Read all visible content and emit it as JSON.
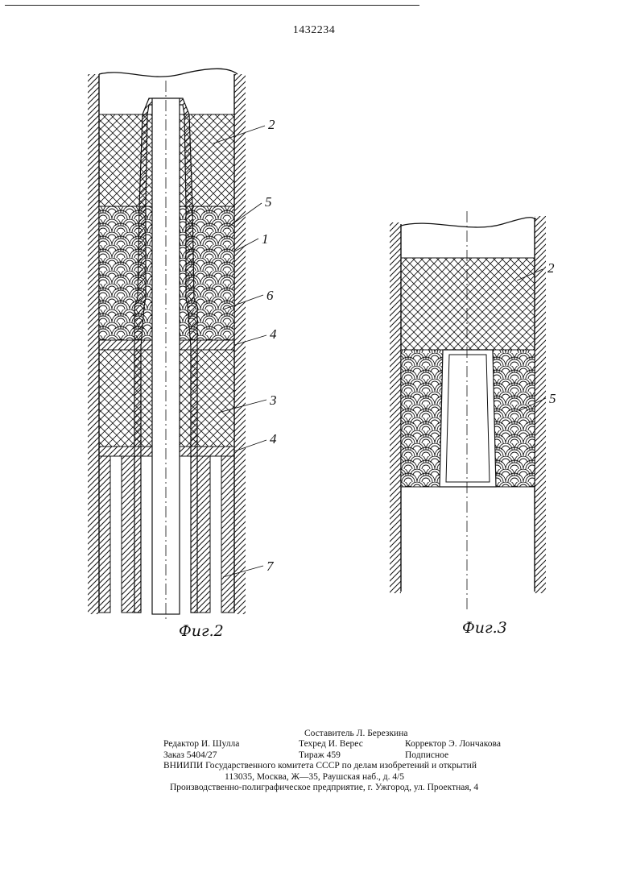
{
  "header": {
    "patent_number": "1432234"
  },
  "figure2": {
    "caption": "Фиг.2",
    "callouts": [
      "2",
      "5",
      "1",
      "6",
      "4",
      "3",
      "4",
      "7"
    ]
  },
  "figure3": {
    "caption": "Фиг.3",
    "callouts": [
      "2",
      "5"
    ]
  },
  "colophon": {
    "composer": "Составитель Л. Березкина",
    "editor": "Редактор И. Шулла",
    "techred": "Техред И. Верес",
    "corrector": "Корректор Э. Лончакова",
    "order": "Заказ 5404/27",
    "print_run": "Тираж 459",
    "subscription": "Подписное",
    "institute": "ВНИИПИ Государственного комитета СССР по делам изобретений и открытий",
    "address": "113035, Москва, Ж—35, Раушская наб., д. 4/5",
    "printer": "Производственно-полиграфическое предприятие, г. Ужгород, ул. Проектная, 4"
  }
}
